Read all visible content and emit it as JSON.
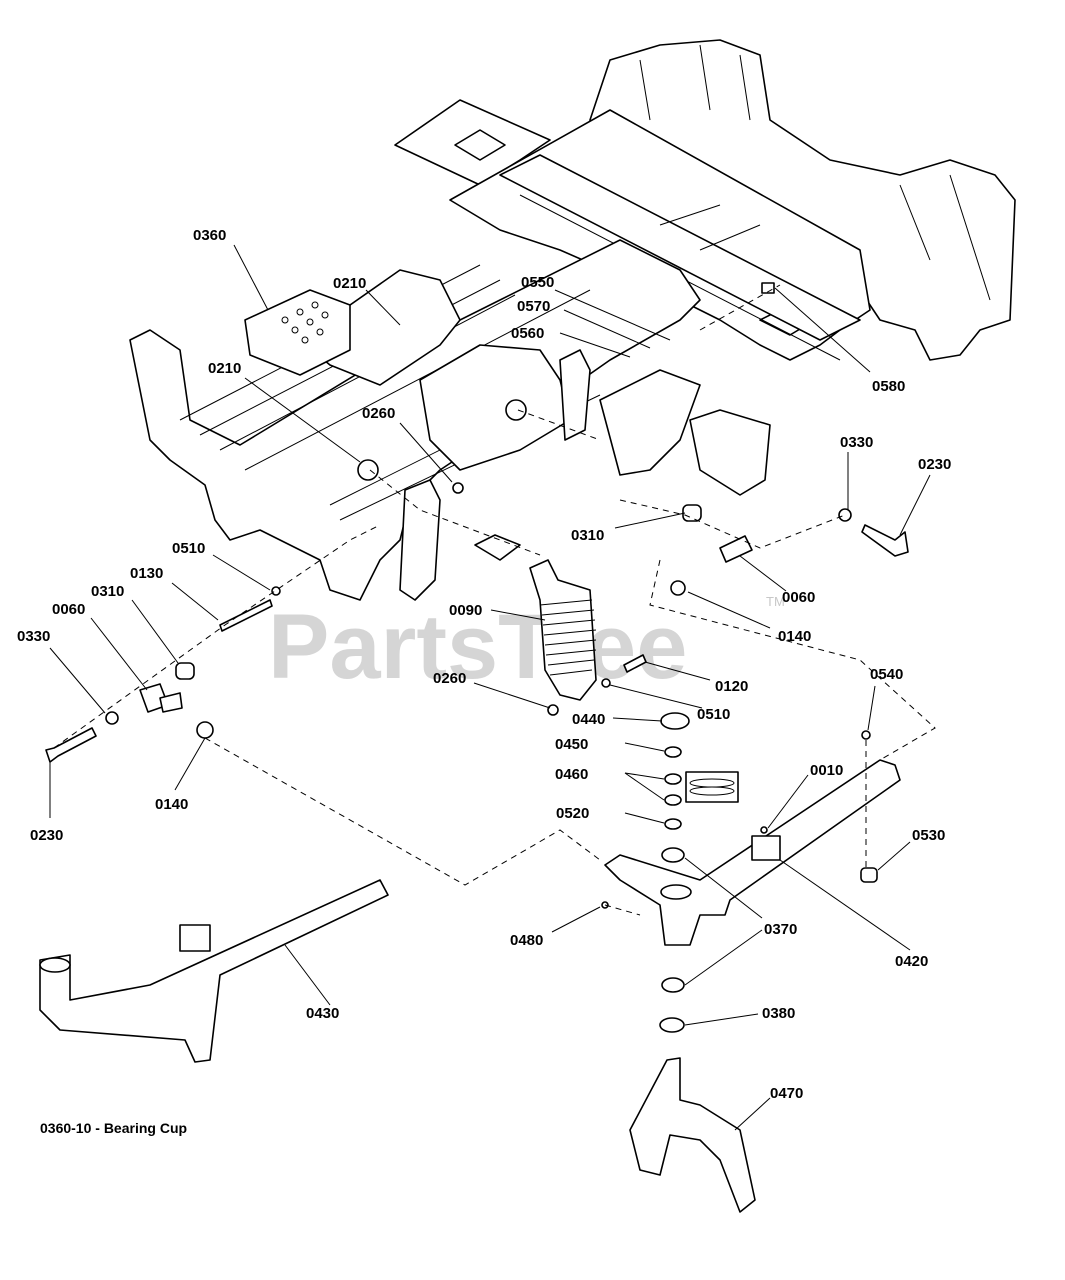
{
  "watermark": {
    "text": "PartsTree",
    "tm": "TM"
  },
  "note": "0360-10 - Bearing Cup",
  "callouts": [
    "0360",
    "0210",
    "0210",
    "0550",
    "0570",
    "0560",
    "0580",
    "0260",
    "0330",
    "0230",
    "0310",
    "0510",
    "0130",
    "0310",
    "0060",
    "0330",
    "0090",
    "0060",
    "0140",
    "0260",
    "0120",
    "0440",
    "0510",
    "0540",
    "0450",
    "0460",
    "0010",
    "0520",
    "0530",
    "0230",
    "0140",
    "0370",
    "0420",
    "0480",
    "0430",
    "0380",
    "0470"
  ]
}
